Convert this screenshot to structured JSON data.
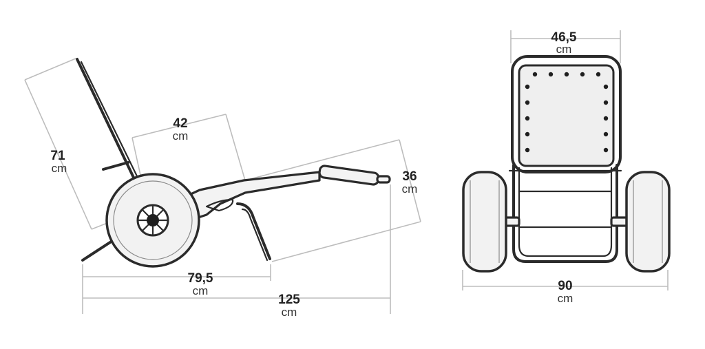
{
  "dimensions": {
    "side_backrest": {
      "value": "71",
      "unit": "cm"
    },
    "side_seat": {
      "value": "42",
      "unit": "cm"
    },
    "side_handle": {
      "value": "36",
      "unit": "cm"
    },
    "side_base": {
      "value": "79,5",
      "unit": "cm"
    },
    "side_total": {
      "value": "125",
      "unit": "cm"
    },
    "front_seat_width": {
      "value": "46,5",
      "unit": "cm"
    },
    "front_total_width": {
      "value": "90",
      "unit": "cm"
    }
  },
  "colors": {
    "frame": "#2b2b2b",
    "dimension_line": "#bdbdbd",
    "label": "#222222"
  }
}
